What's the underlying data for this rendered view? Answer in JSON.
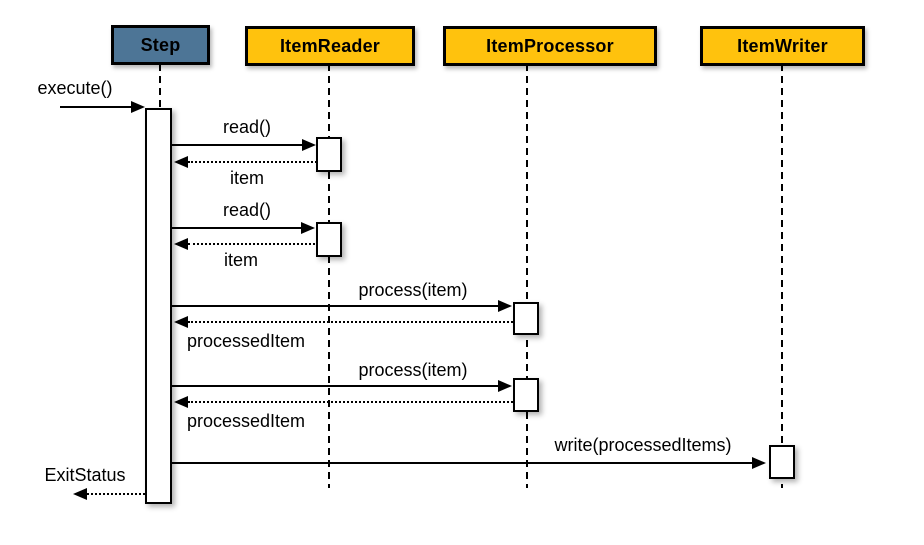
{
  "diagram_type": "uml-sequence",
  "participants": [
    {
      "id": "step",
      "label": "Step",
      "fill": "#4d7596"
    },
    {
      "id": "item-reader",
      "label": "ItemReader",
      "fill": "#ffc20d"
    },
    {
      "id": "item-processor",
      "label": "ItemProcessor",
      "fill": "#ffc20d"
    },
    {
      "id": "item-writer",
      "label": "ItemWriter",
      "fill": "#ffc20d"
    }
  ],
  "messages": [
    {
      "seq": 1,
      "label": "execute()",
      "from": "external",
      "to": "step",
      "kind": "call"
    },
    {
      "seq": 2,
      "label": "read()",
      "from": "step",
      "to": "item-reader",
      "kind": "call"
    },
    {
      "seq": 3,
      "label": "item",
      "from": "item-reader",
      "to": "step",
      "kind": "return"
    },
    {
      "seq": 4,
      "label": "read()",
      "from": "step",
      "to": "item-reader",
      "kind": "call"
    },
    {
      "seq": 5,
      "label": "item",
      "from": "item-reader",
      "to": "step",
      "kind": "return"
    },
    {
      "seq": 6,
      "label": "process(item)",
      "from": "step",
      "to": "item-processor",
      "kind": "call"
    },
    {
      "seq": 7,
      "label": "processedItem",
      "from": "item-processor",
      "to": "step",
      "kind": "return"
    },
    {
      "seq": 8,
      "label": "process(item)",
      "from": "step",
      "to": "item-processor",
      "kind": "call"
    },
    {
      "seq": 9,
      "label": "processedItem",
      "from": "item-processor",
      "to": "step",
      "kind": "return"
    },
    {
      "seq": 10,
      "label": "write(processedItems)",
      "from": "step",
      "to": "item-writer",
      "kind": "call"
    },
    {
      "seq": 11,
      "label": "ExitStatus",
      "from": "step",
      "to": "external",
      "kind": "return"
    }
  ],
  "colors": {
    "step_header_fill": "#4d7596",
    "component_header_fill": "#ffc20d",
    "line_color": "#000000",
    "activation_fill": "#ffffff",
    "background": "#ffffff"
  }
}
